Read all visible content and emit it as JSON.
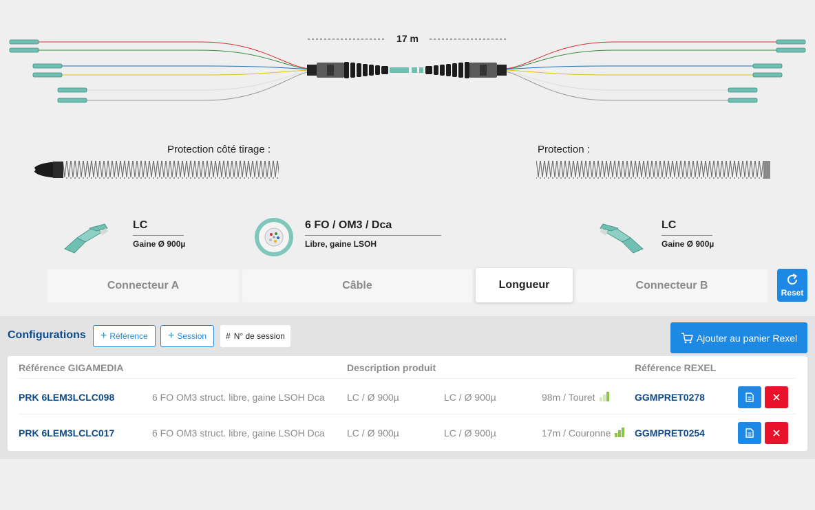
{
  "diagram": {
    "length": "17 m"
  },
  "protections": {
    "left_label": "Protection côté tirage :",
    "right_label": "Protection :"
  },
  "components": {
    "connector_a": {
      "title": "LC",
      "subtitle": "Gaine Ø 900µ"
    },
    "cable": {
      "title": "6 FO / OM3 / Dca",
      "subtitle": "Libre, gaine LSOH"
    },
    "connector_b": {
      "title": "LC",
      "subtitle": "Gaine Ø 900µ"
    }
  },
  "tabs": [
    {
      "label": "Connecteur A"
    },
    {
      "label": "Câble"
    },
    {
      "label": "Longueur"
    },
    {
      "label": "Connecteur B"
    }
  ],
  "reset_label": "Reset",
  "configurations": {
    "title": "Configurations",
    "add_reference_label": "Référence",
    "add_session_label": "Session",
    "session_number_label": "N° de session",
    "cart_label": "Ajouter au panier Rexel",
    "columns": {
      "gigamedia": "Référence GIGAMEDIA",
      "description": "Description produit",
      "rexel": "Référence REXEL"
    },
    "rows": [
      {
        "gigamedia_ref": "PRK 6LEM3LCLC098",
        "cable_desc": "6 FO OM3 struct. libre, gaine LSOH Dca",
        "conn_a": "LC / Ø 900µ",
        "conn_b": "LC / Ø 900µ",
        "length": "98m / Touret",
        "availability_level": 0.5,
        "rexel_ref": "GGMPRET0278"
      },
      {
        "gigamedia_ref": "PRK 6LEM3LCLC017",
        "cable_desc": "6 FO OM3 struct. libre, gaine LSOH Dca",
        "conn_a": "LC / Ø 900µ",
        "conn_b": "LC / Ø 900µ",
        "length": "17m / Couronne",
        "availability_level": 1.0,
        "rexel_ref": "GGMPRET0254"
      }
    ]
  },
  "colors": {
    "accent": "#1e88e5",
    "danger": "#e8132a",
    "brand_dark": "#0d4a8a",
    "fiber_teal": "#6fbfb3",
    "availability": "#8bc34a"
  }
}
